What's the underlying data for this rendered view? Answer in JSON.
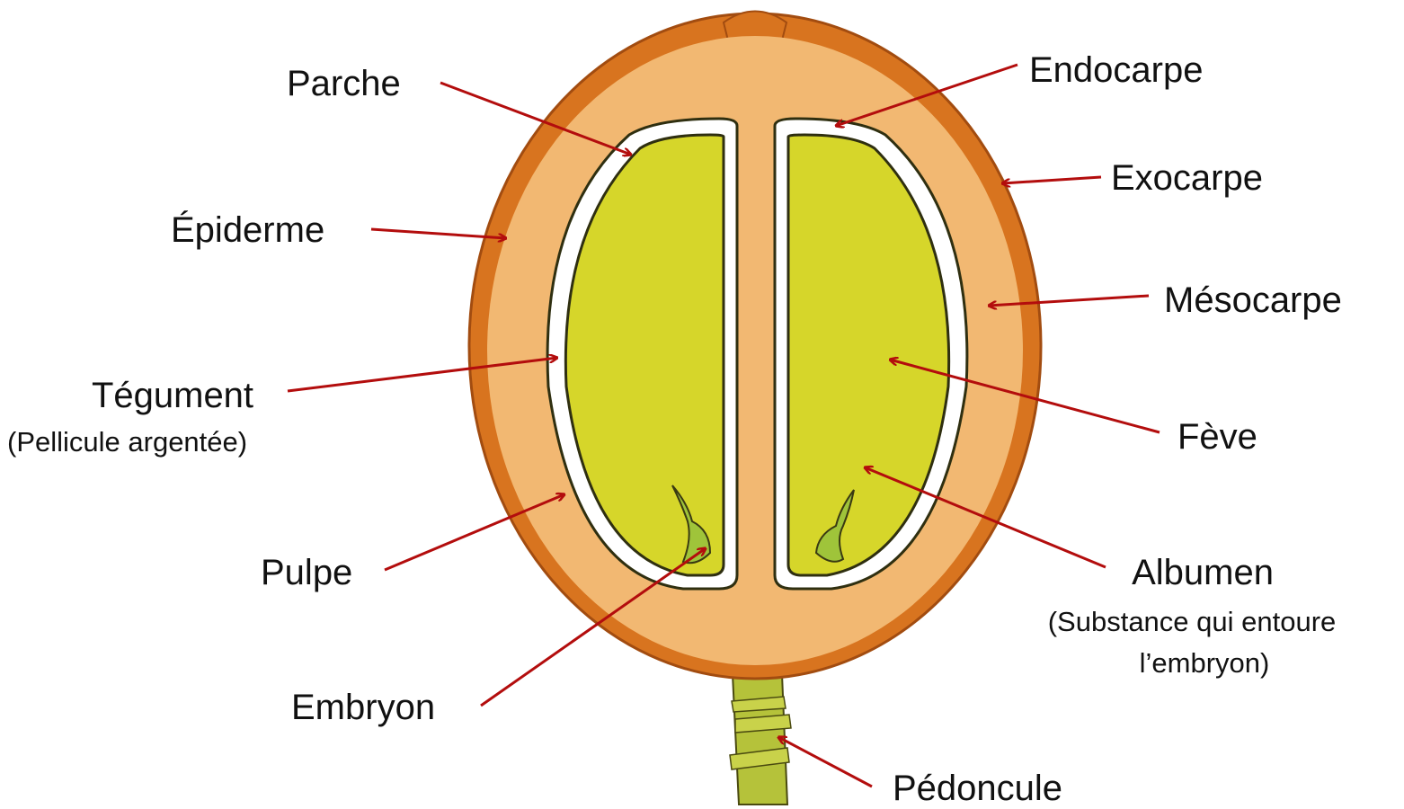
{
  "labels": {
    "parche": "Parche",
    "endocarpe": "Endocarpe",
    "exocarpe": "Exocarpe",
    "epiderme": "Épiderme",
    "mesocarpe": "Mésocarpe",
    "tegument": "Tégument",
    "tegument_note": "(Pellicule argentée)",
    "feve": "Fève",
    "pulpe": "Pulpe",
    "albumen": "Albumen",
    "albumen_note_1": "(Substance qui entoure",
    "albumen_note_2": "l’embryon)",
    "embryon": "Embryon",
    "pedoncule": "Pédoncule"
  },
  "colors": {
    "exocarp": "#d8741f",
    "mesocarp": "#f2b872",
    "seed": "#d6d62a",
    "parchment": "#ffffff",
    "outline": "#3a3a12",
    "stem": "#b5c23a",
    "arrow": "#b30d0d"
  }
}
